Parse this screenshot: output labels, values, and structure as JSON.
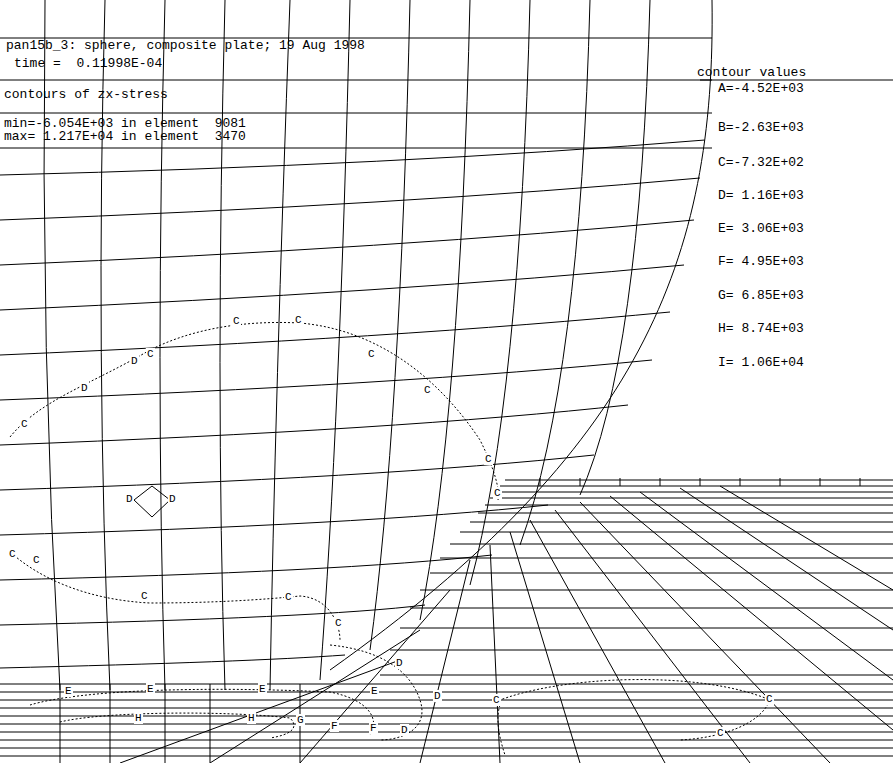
{
  "diagram": {
    "title": "pan15b_3: sphere, composite plate; 19 Aug 1998",
    "labels": [
      "time =  0.11998E-04",
      "contours of zx-stress",
      "min=-6.054E+03 in element  9081",
      "max= 1.217E+04 in element  3470",
      "contour values",
      "A=-4.52E+03",
      "B=-2.63E+03",
      "C=-7.32E+02",
      "D= 1.16E+03",
      "E= 3.06E+03",
      "F= 4.95E+03",
      "G= 6.85E+03",
      "H= 8.74E+03",
      "I= 1.06E+04",
      "C",
      "D",
      "D",
      "C",
      "C",
      "C",
      "C",
      "C",
      "C",
      "C",
      "D",
      "D",
      "C",
      "C",
      "C",
      "C",
      "C",
      "D",
      "D",
      "C",
      "C",
      "C",
      "E",
      "E",
      "E",
      "E",
      "H",
      "H",
      "G",
      "F",
      "F",
      "D"
    ]
  }
}
